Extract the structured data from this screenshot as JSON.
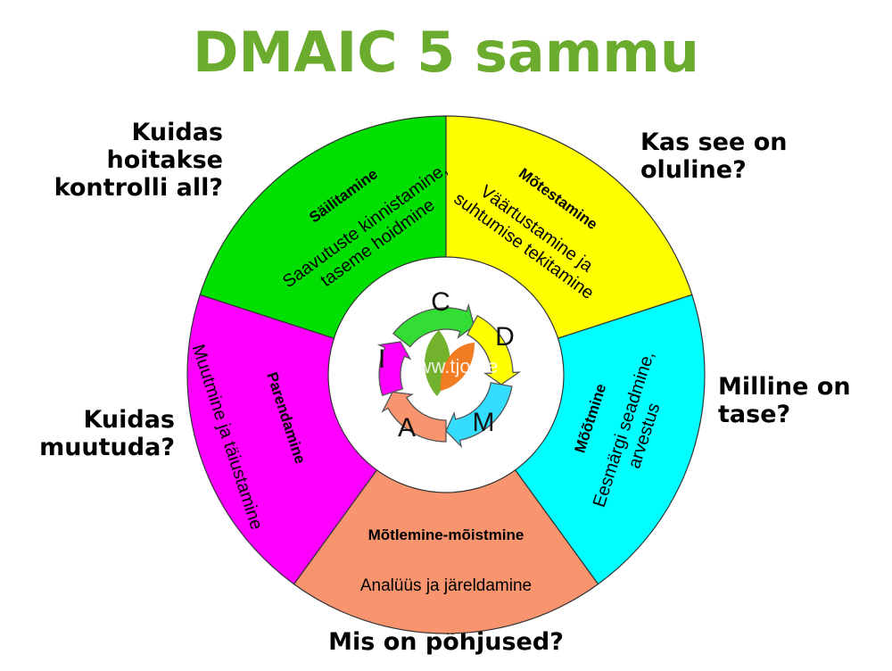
{
  "title": "DMAIC 5 sammu",
  "questions": {
    "control": [
      "Kuidas",
      "hoitakse",
      "kontrolli all?"
    ],
    "define": [
      "Kas see on",
      "oluline?"
    ],
    "measure": [
      "Milline on",
      "tase?"
    ],
    "improve": [
      "Kuidas",
      "muutuda?"
    ],
    "analyze": "Mis on põhjused?"
  },
  "segments": {
    "control": {
      "title": "Säilitamine",
      "desc": [
        "Saavutuste kinnistamine,",
        "taseme hoidmine"
      ],
      "color": "#00e000"
    },
    "define": {
      "title": "Mõtestamine",
      "desc": [
        "Väärtustamine ja",
        "suhtumise tekitamine"
      ],
      "color": "#ffff00"
    },
    "measure": {
      "title": "Mõõtmine",
      "desc": [
        "Eesmärgi seadmine,",
        "arvestus"
      ],
      "color": "#00ffff"
    },
    "analyze": {
      "title": "Mõtlemine-mõistmine",
      "desc": [
        "Analüüs ja järeldamine"
      ],
      "color": "#f8956e"
    },
    "improve": {
      "title": "Parendamine",
      "desc": [
        "Muutmine ja täiustamine"
      ],
      "color": "#ff00ff"
    }
  },
  "cycle": {
    "letters": [
      "C",
      "D",
      "M",
      "A",
      "I"
    ],
    "watermark": "www.tjo.ee"
  }
}
